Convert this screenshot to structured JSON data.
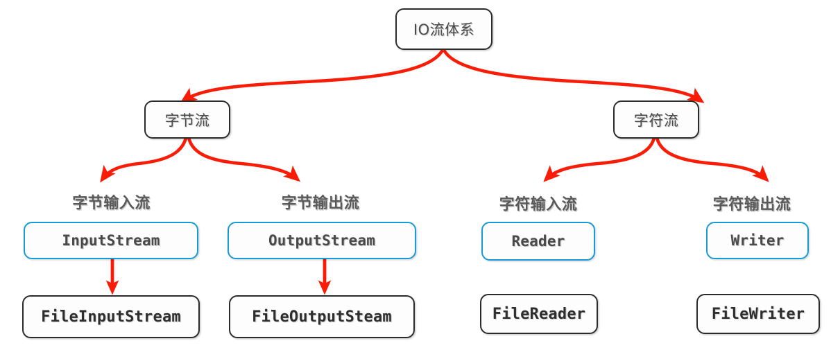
{
  "diagram": {
    "title_node": {
      "label": "IO流体系"
    },
    "level2": [
      {
        "key": "byte_stream",
        "label": "字节流"
      },
      {
        "key": "char_stream",
        "label": "字符流"
      }
    ],
    "captions": [
      {
        "key": "byte_input",
        "label": "字节输入流"
      },
      {
        "key": "byte_output",
        "label": "字节输出流"
      },
      {
        "key": "char_input",
        "label": "字符输入流"
      },
      {
        "key": "char_output",
        "label": "字符输出流"
      }
    ],
    "abstract_classes": [
      {
        "key": "input_stream",
        "label": "InputStream"
      },
      {
        "key": "output_stream",
        "label": "OutputStream"
      },
      {
        "key": "reader",
        "label": "Reader"
      },
      {
        "key": "writer",
        "label": "Writer"
      }
    ],
    "concrete_classes": [
      {
        "key": "file_input_stream",
        "label": "FileInputStream"
      },
      {
        "key": "file_output_steam",
        "label": "FileOutputSteam"
      },
      {
        "key": "file_reader",
        "label": "FileReader"
      },
      {
        "key": "file_writer",
        "label": "FileWriter"
      }
    ],
    "colors": {
      "arrow": "#f91d07",
      "abstract_border": "#179ad6",
      "concrete_border": "#2b2b2b",
      "text": "#4a4a4a",
      "background": "#ffffff"
    }
  }
}
